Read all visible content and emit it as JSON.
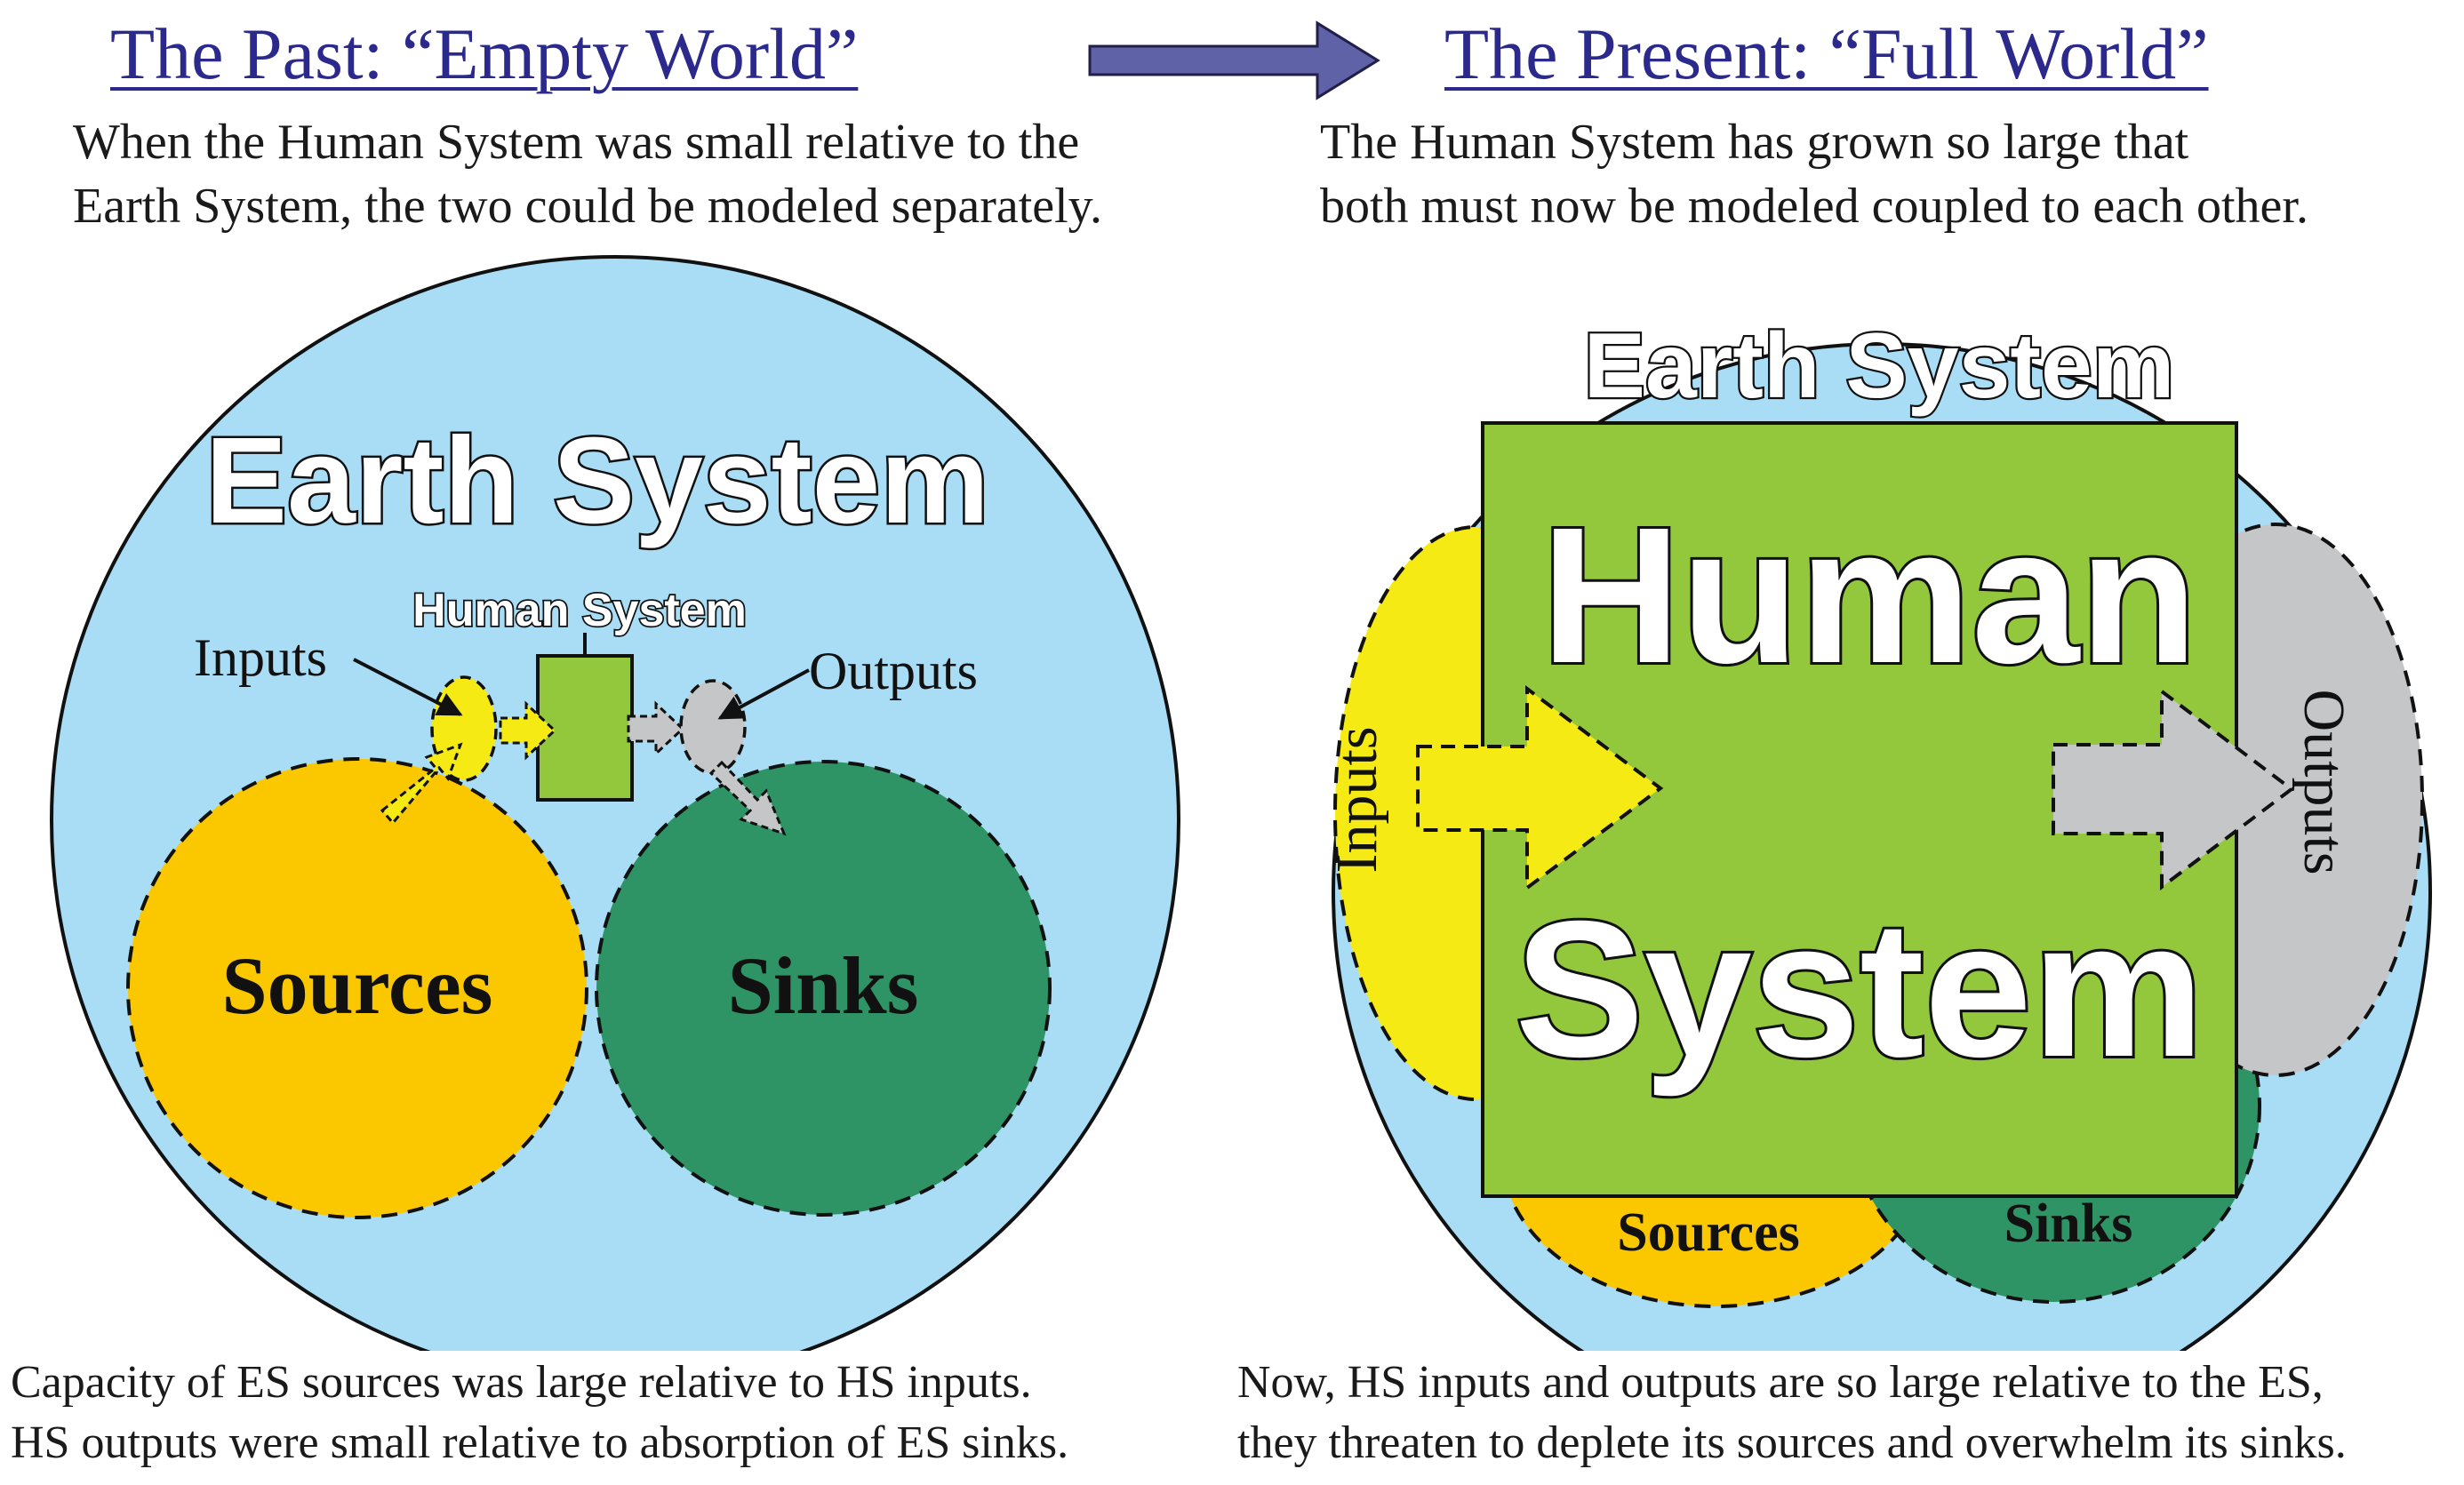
{
  "left_panel": {
    "heading": "The Past: “Empty World”",
    "intro": [
      "When the Human System was small relative to the",
      "Earth System, the two could be modeled separately."
    ],
    "earth_label": "Earth System",
    "human_label": "Human System",
    "inputs_label": "Inputs",
    "outputs_label": "Outputs",
    "sources_label": "Sources",
    "sinks_label": "Sinks",
    "caption": [
      "Capacity of ES sources was large relative to HS inputs.",
      "HS outputs were small relative to absorption of ES sinks."
    ]
  },
  "right_panel": {
    "heading": "The Present: “Full World”",
    "intro": [
      "The Human System has grown so large that",
      "both must now be modeled coupled to each other."
    ],
    "earth_label": "Earth System",
    "human_label_line1": "Human",
    "human_label_line2": "System",
    "inputs_label": "Inputs",
    "outputs_label": "Outputs",
    "sources_label": "Sources",
    "sinks_label": "Sinks",
    "caption": [
      "Now, HS inputs and outputs are so large relative to the ES,",
      "they threaten to deplete its sources and overwhelm its sinks."
    ]
  },
  "colors": {
    "heading": "#2b2a8c",
    "earth": "#a9ddf5",
    "sources": "#fbc800",
    "sinks": "#2e9466",
    "human": "#93c83d",
    "inputs": "#f5ea14",
    "outputs": "#c4c6c8",
    "arrow": "#5f62a6"
  }
}
